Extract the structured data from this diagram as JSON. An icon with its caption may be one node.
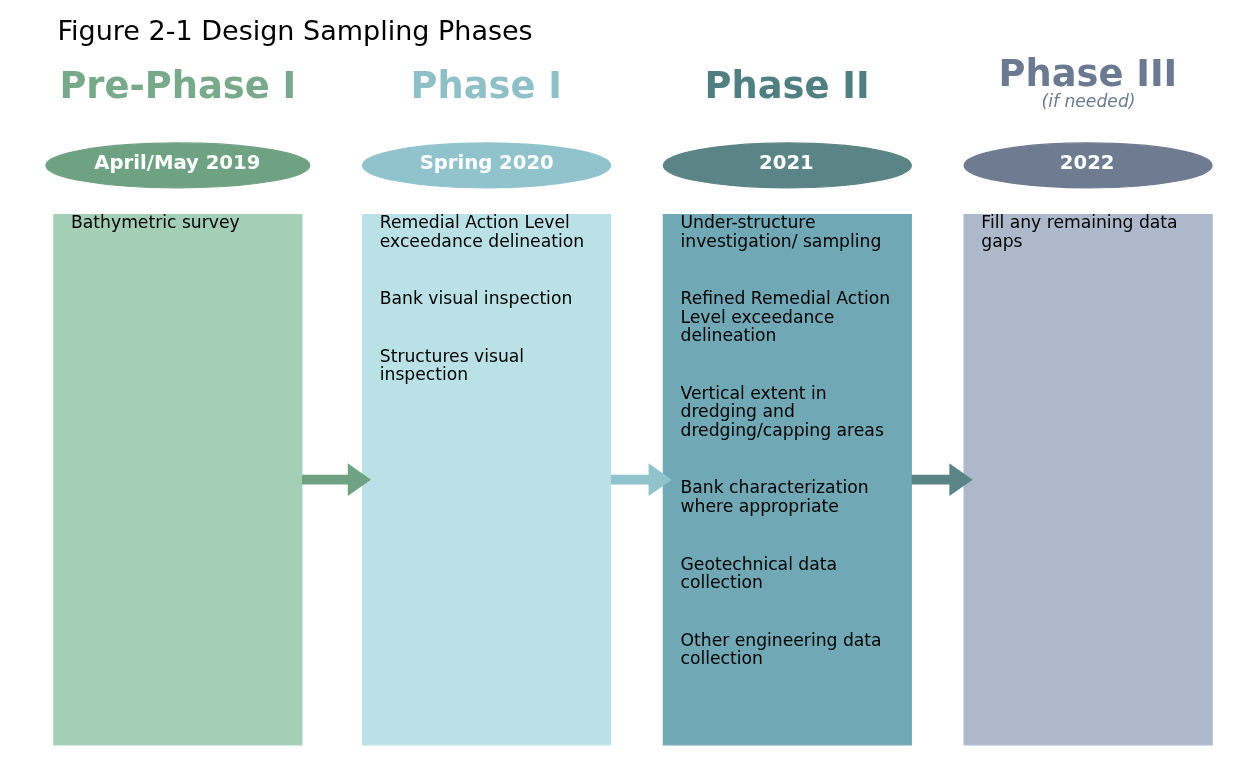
{
  "diagram": {
    "title": "Figure 2-1 Design Sampling Phases",
    "nodes": [
      {
        "text": [
          "April/May 2019"
        ],
        "beside": [
          "Pre-Phase I"
        ]
      },
      {
        "text": [
          "Bathymetric survey"
        ]
      },
      {
        "text": [
          "Spring 2020"
        ],
        "beside": [
          "Phase I"
        ]
      },
      {
        "text": [
          "Remedial Action Level exceedance delineation",
          "Bank visual inspection",
          "Structures visual inspection"
        ]
      },
      {
        "text": [
          "2021"
        ],
        "beside": [
          "Phase II"
        ]
      },
      {
        "text": [
          "Under-structure investigation/ sampling",
          "Refined Remedial Action Level exceedance delineation",
          "Vertical extent in dredging and dredging/capping areas",
          "Bank characterization where appropriate",
          "Geotechnical data collection",
          "Other engineering data collection"
        ]
      },
      {
        "text": [
          "2022"
        ],
        "beside": [
          "Phase III",
          "(if needed)"
        ]
      },
      {
        "text": [
          "Fill any remaining data gaps"
        ]
      }
    ],
    "edges": [
      {
        "from": 1,
        "to": 3,
        "arrow": "to",
        "color": "#6fa283"
      },
      {
        "from": 3,
        "to": 5,
        "arrow": "to",
        "color": "#90c3cb"
      },
      {
        "from": 5,
        "to": 7,
        "arrow": "to",
        "color": "#5a8485"
      }
    ]
  }
}
